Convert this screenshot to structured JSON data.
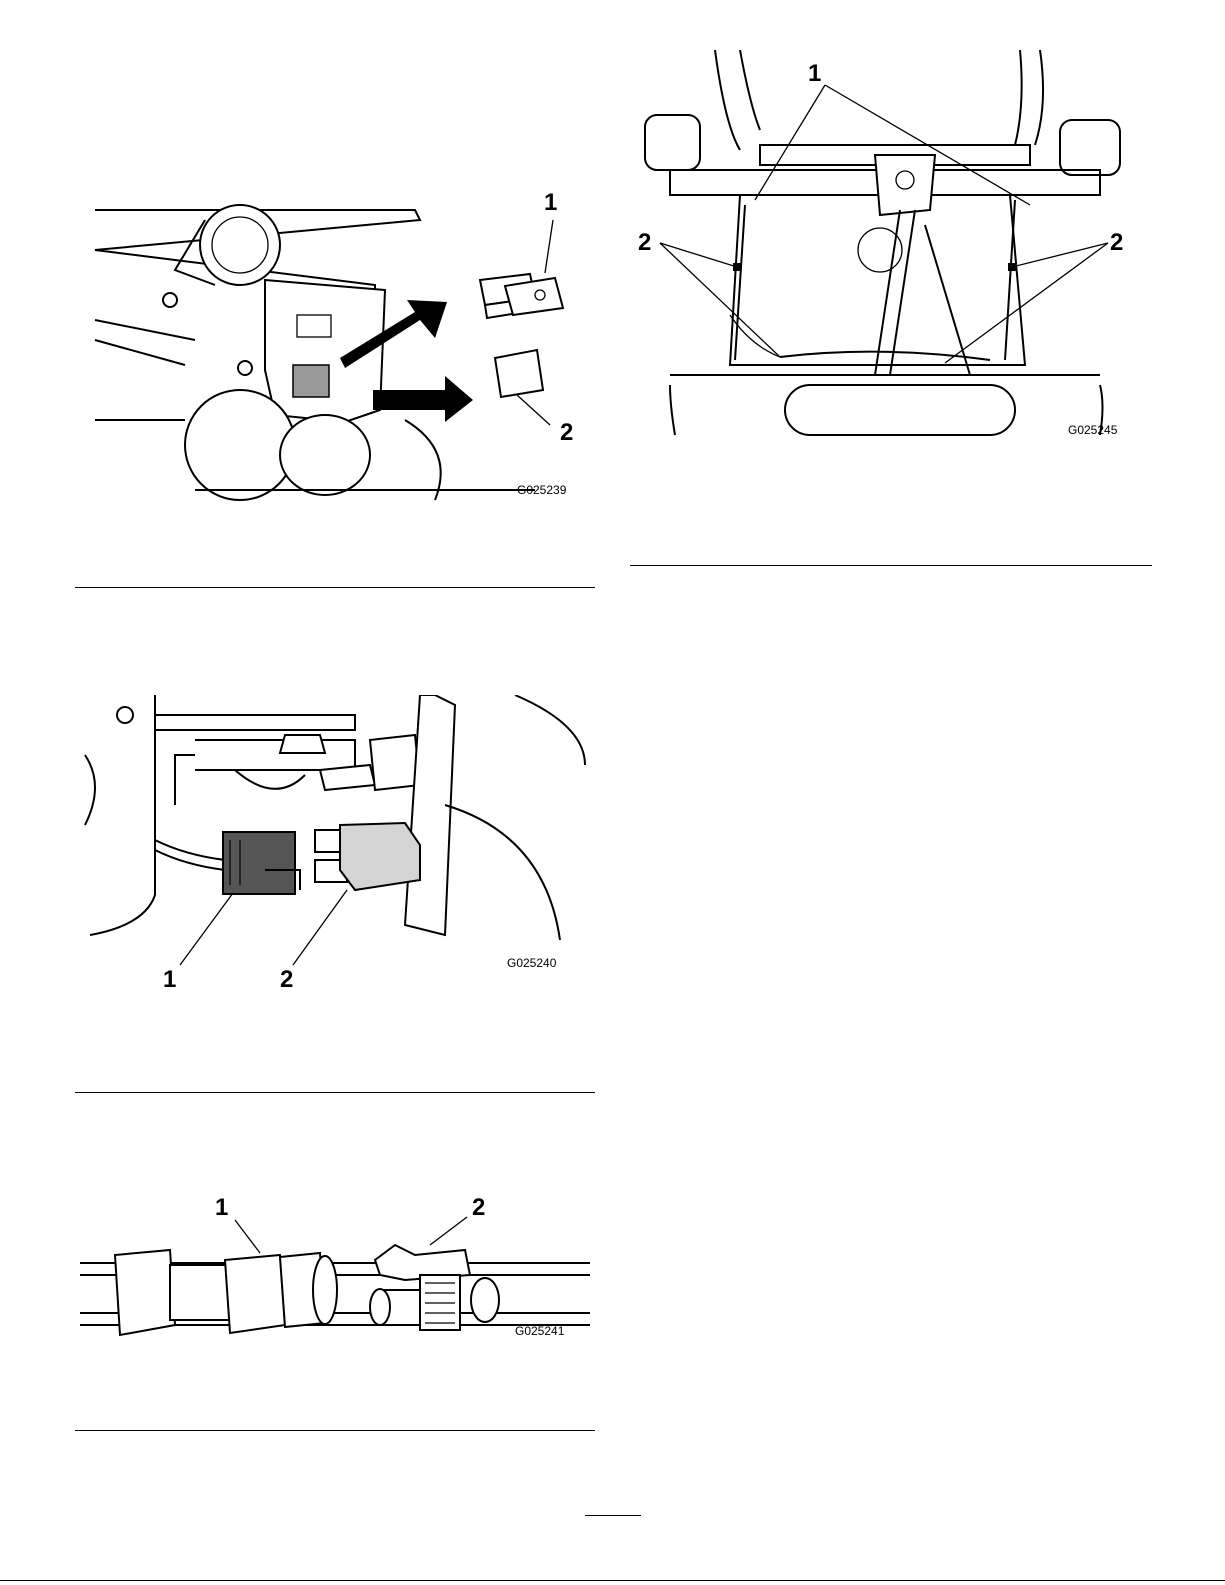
{
  "figures": [
    {
      "id": "fig-switch",
      "code": "G025239",
      "callouts": [
        "1",
        "2"
      ]
    },
    {
      "id": "fig-relay",
      "code": "G025240",
      "callouts": [
        "1",
        "2"
      ]
    },
    {
      "id": "fig-connector",
      "code": "G025241",
      "callouts": [
        "1",
        "2"
      ]
    },
    {
      "id": "fig-seat-harness",
      "code": "G025245",
      "callouts": [
        "1",
        "2",
        "2"
      ]
    }
  ],
  "colors": {
    "ink": "#000000",
    "paper": "#ffffff",
    "relay_dark": "#555555",
    "relay_light": "#d4d4d4",
    "window": "#9a9a9a"
  }
}
